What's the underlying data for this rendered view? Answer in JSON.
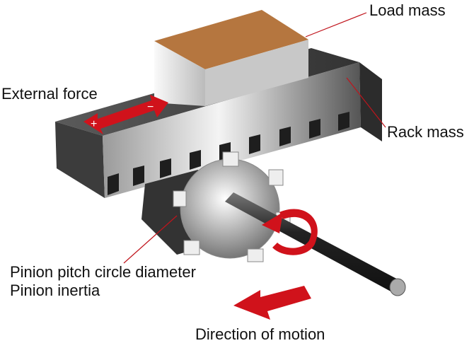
{
  "labels": {
    "load_mass": "Load mass",
    "external_force": "External force",
    "rack_mass": "Rack mass",
    "pinion_pitch": "Pinion pitch circle diameter",
    "pinion_inertia": "Pinion inertia",
    "direction": "Direction of motion"
  },
  "force_signs": {
    "plus": "+",
    "minus": "−"
  },
  "colors": {
    "arrow": "#d0121b",
    "leader": "#c0141c",
    "box_inside": "#b5763f"
  }
}
